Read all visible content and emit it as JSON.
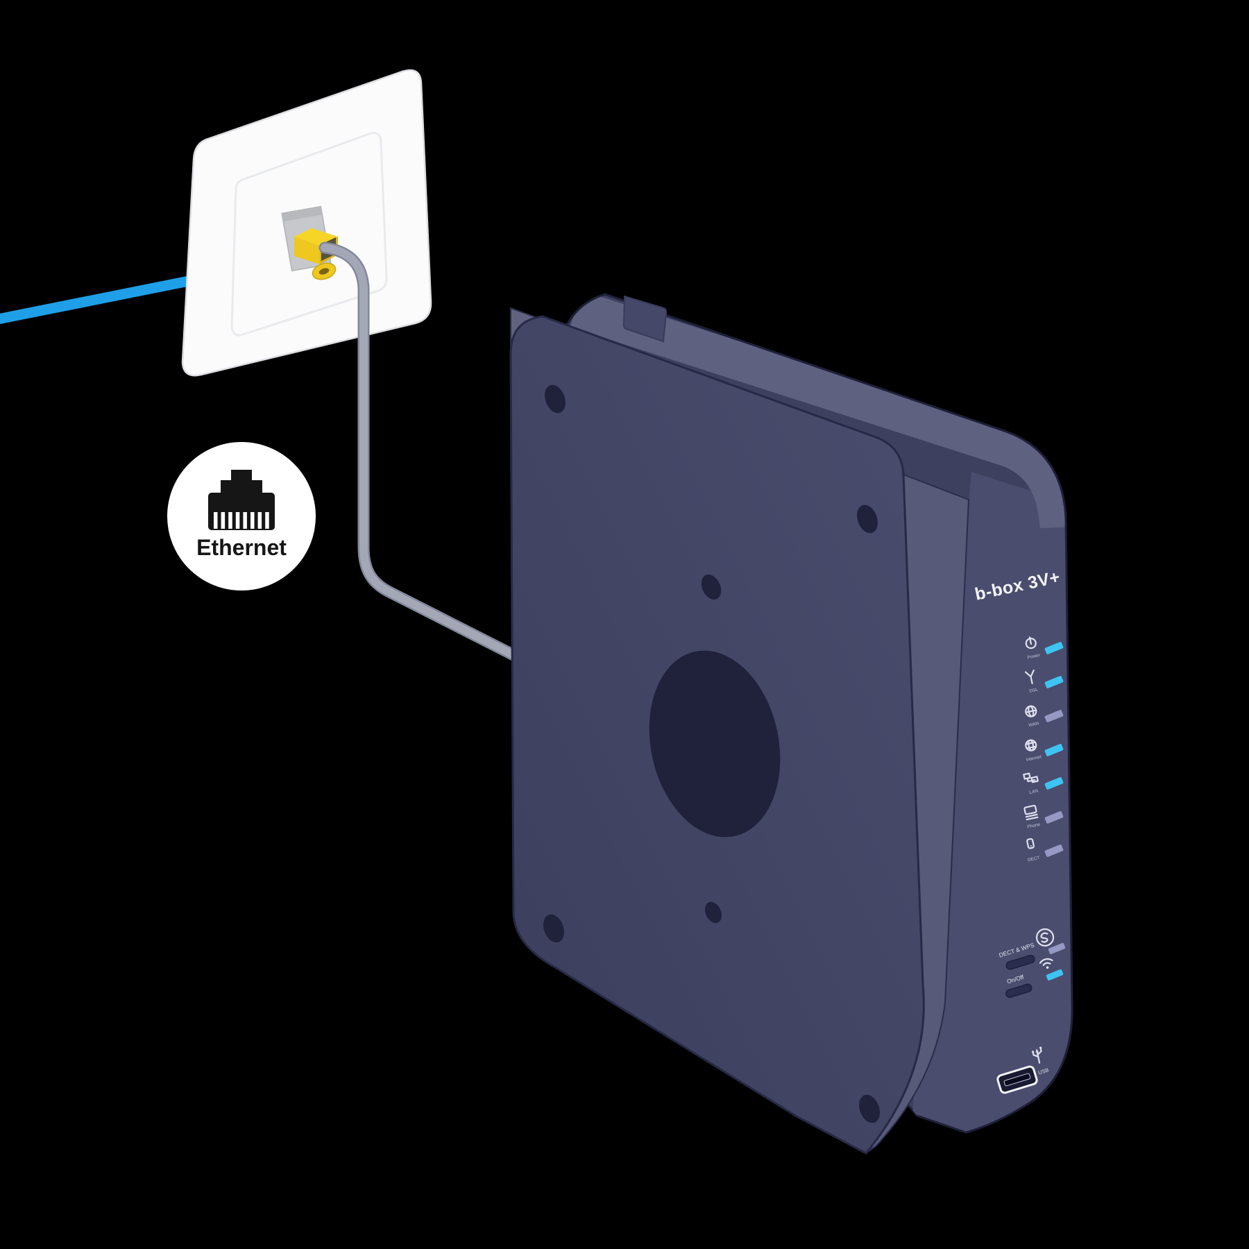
{
  "scene": {
    "background": "#000000"
  },
  "ethernet_badge": {
    "label": "Ethernet"
  },
  "wall_socket": {
    "type": "ethernet-wall-socket"
  },
  "colors": {
    "blue_cable": "#1E9FE8",
    "ethernet_cable": "#A4A8B6",
    "ethernet_cable_edge": "#83879A",
    "connector_yellow": "#F6D527",
    "led_cyan": "#3EC4F2",
    "led_lavender": "#9599C4",
    "modem_body": "#3E4060",
    "modem_plate": "#414363",
    "socket_white": "#FBFBFC"
  },
  "modem": {
    "product_label": "b-box 3V+",
    "panel": {
      "leds": [
        {
          "label": "Power",
          "icon": "power-icon",
          "color": "#3EC4F2"
        },
        {
          "label": "DSL",
          "icon": "dsl-icon",
          "color": "#3EC4F2"
        },
        {
          "label": "WAN",
          "icon": "wan-icon",
          "color": "#9599C4"
        },
        {
          "label": "Internet",
          "icon": "internet-icon",
          "color": "#3EC4F2"
        },
        {
          "label": "LAN",
          "icon": "lan-icon",
          "color": "#3EC4F2"
        },
        {
          "label": "Phone",
          "icon": "phone-icon",
          "color": "#9599C4"
        },
        {
          "label": "DECT",
          "icon": "dect-icon",
          "color": "#9599C4"
        }
      ],
      "wps_led_color": "#9599C4",
      "wifi_led_color": "#3EC4F2",
      "buttons": [
        {
          "label": "DECT & WPS"
        },
        {
          "label": "On/Off"
        }
      ],
      "usb_label": "USB"
    }
  }
}
